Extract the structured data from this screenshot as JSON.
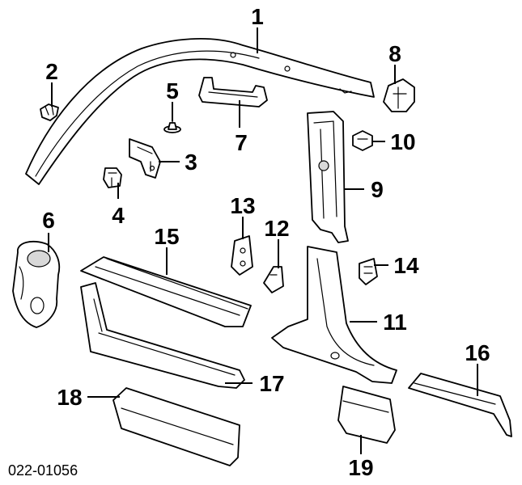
{
  "diagram_ref": "022-01056",
  "callouts": [
    {
      "id": "1",
      "label": "1"
    },
    {
      "id": "2",
      "label": "2"
    },
    {
      "id": "3",
      "label": "3"
    },
    {
      "id": "4",
      "label": "4"
    },
    {
      "id": "5",
      "label": "5"
    },
    {
      "id": "6",
      "label": "6"
    },
    {
      "id": "7",
      "label": "7"
    },
    {
      "id": "8",
      "label": "8"
    },
    {
      "id": "9",
      "label": "9"
    },
    {
      "id": "10",
      "label": "10"
    },
    {
      "id": "11",
      "label": "11"
    },
    {
      "id": "12",
      "label": "12"
    },
    {
      "id": "13",
      "label": "13"
    },
    {
      "id": "14",
      "label": "14"
    },
    {
      "id": "15",
      "label": "15"
    },
    {
      "id": "16",
      "label": "16"
    },
    {
      "id": "17",
      "label": "17"
    },
    {
      "id": "18",
      "label": "18"
    },
    {
      "id": "19",
      "label": "19"
    }
  ]
}
